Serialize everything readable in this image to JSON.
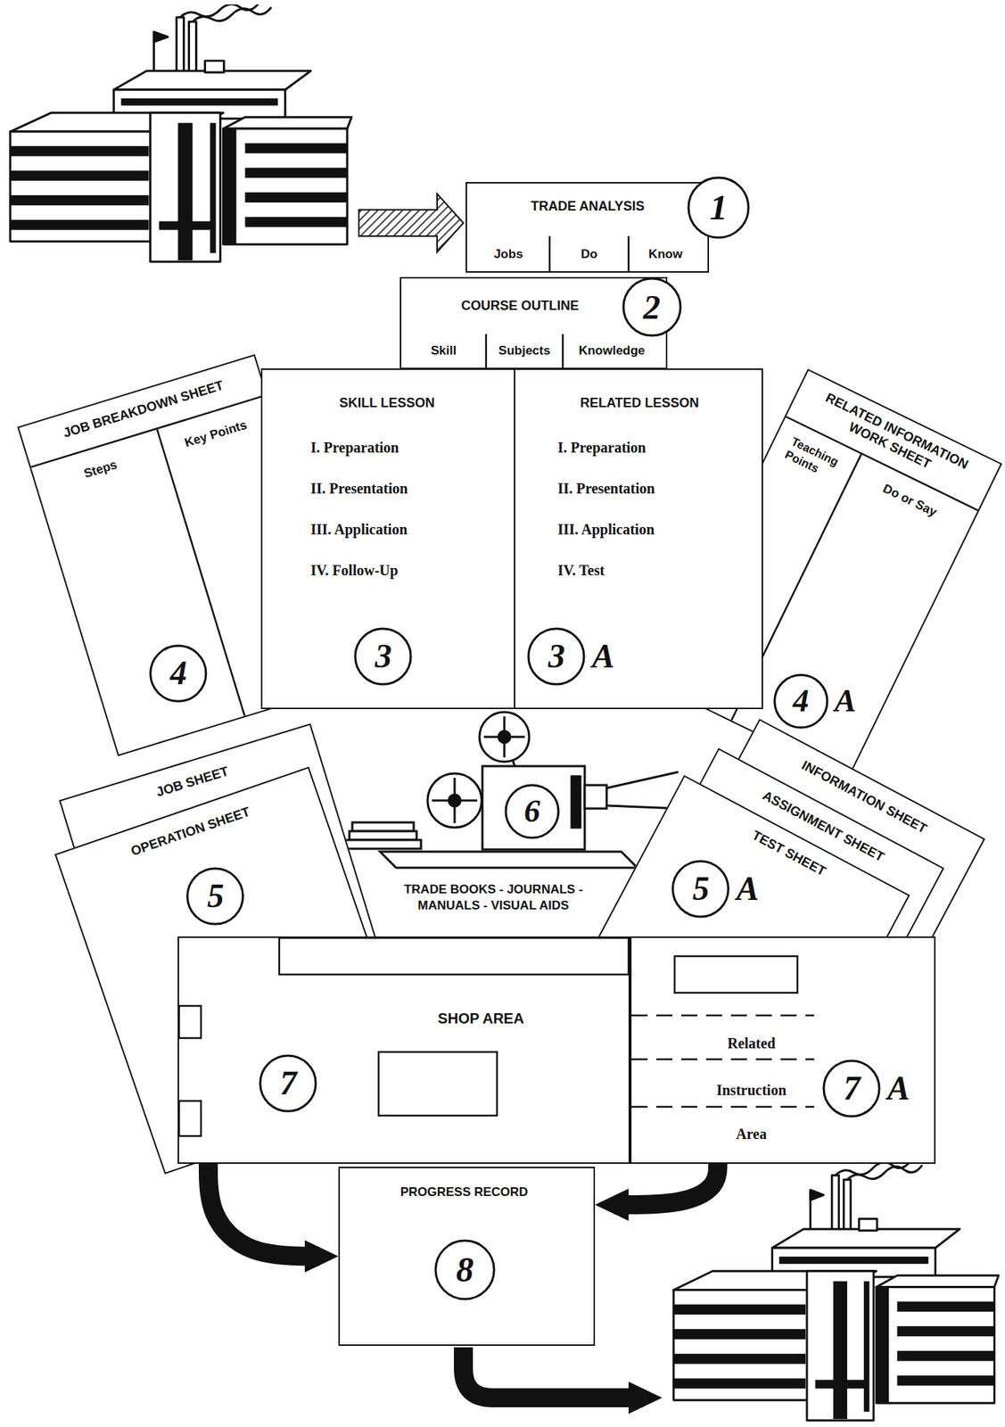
{
  "diagram": {
    "nodes": [
      {
        "text": [
          "TRADE ANALYSIS",
          "Jobs",
          "Do",
          "Know"
        ]
      },
      {
        "text": [
          "1"
        ]
      },
      {
        "text": [
          "COURSE OUTLINE",
          "Skill",
          "Subjects",
          "Knowledge"
        ]
      },
      {
        "text": [
          "2"
        ]
      },
      {
        "text": [
          "JOB BREAKDOWN SHEET",
          "Steps",
          "Key Points"
        ]
      },
      {
        "text": [
          "4"
        ],
        "in": 4
      },
      {
        "text": [
          "SKILL LESSON",
          "I. Preparation",
          "II. Presentation",
          "III. Application",
          "IV. Follow-Up"
        ]
      },
      {
        "text": [
          "3"
        ],
        "in": 6
      },
      {
        "text": [
          "RELATED LESSON",
          "I. Preparation",
          "II. Presentation",
          "III. Application",
          "IV. Test"
        ]
      },
      {
        "text": [
          "3A"
        ],
        "in": 8
      },
      {
        "text": [
          "RELATED INFORMATION WORK SHEET",
          "Teaching Points",
          "Do or Say"
        ]
      },
      {
        "text": [
          "4A"
        ],
        "in": 10
      },
      {
        "text": [
          "JOB SHEET"
        ]
      },
      {
        "text": [
          "OPERATION SHEET"
        ]
      },
      {
        "text": [
          "5"
        ],
        "in": 13
      },
      {
        "text": [
          "6"
        ]
      },
      {
        "text": [
          "INFORMATION SHEET"
        ]
      },
      {
        "text": [
          "ASSIGNMENT SHEET"
        ]
      },
      {
        "text": [
          "TEST SHEET"
        ]
      },
      {
        "text": [
          "5A"
        ],
        "in": 18
      },
      {
        "text": [
          "SHOP AREA"
        ]
      },
      {
        "text": [
          "7"
        ],
        "in": 20
      },
      {
        "text": [
          "Related",
          "Instruction",
          "Area"
        ]
      },
      {
        "text": [
          "7A"
        ],
        "in": 22
      },
      {
        "text": [
          "PROGRESS RECORD"
        ]
      },
      {
        "text": [
          "8"
        ],
        "in": 24
      }
    ],
    "edges": [
      {
        "from": 20,
        "to": 24,
        "arrow": "to"
      },
      {
        "from": 22,
        "to": 24,
        "arrow": "to"
      }
    ],
    "labels": [
      "TRADE BOOKS - JOURNALS - MANUALS - VISUAL AIDS"
    ]
  }
}
